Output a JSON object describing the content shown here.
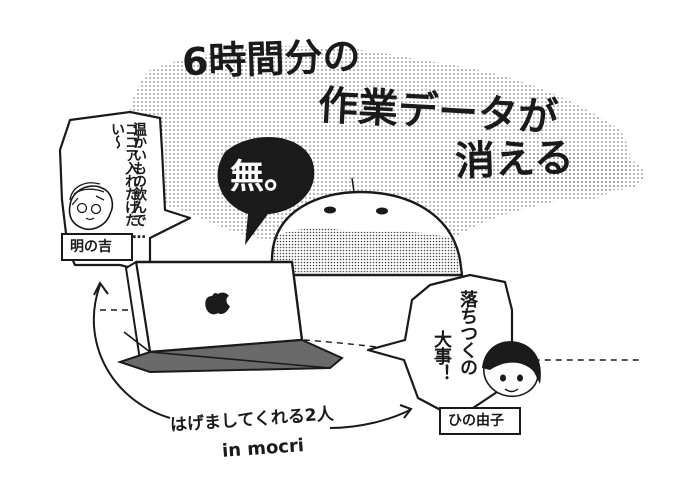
{
  "title": {
    "line1": "6時間分の",
    "line2": "作業データが",
    "line3": "消える"
  },
  "speech_mu": "無。",
  "left_bubble": {
    "col1": "温かいもの飲んで…",
    "col2": "ココア入れたげたい〜"
  },
  "left_nametag": "明の吉",
  "right_bubble": {
    "col1": "落ちつくの",
    "col2": "大事！"
  },
  "right_nametag": "ひの由子",
  "caption": {
    "line1": "はげましてくれる2人",
    "line2": "in mocri"
  },
  "colors": {
    "ink": "#1a1a1a",
    "paper": "#ffffff",
    "screentone": "#9a9a9a"
  }
}
